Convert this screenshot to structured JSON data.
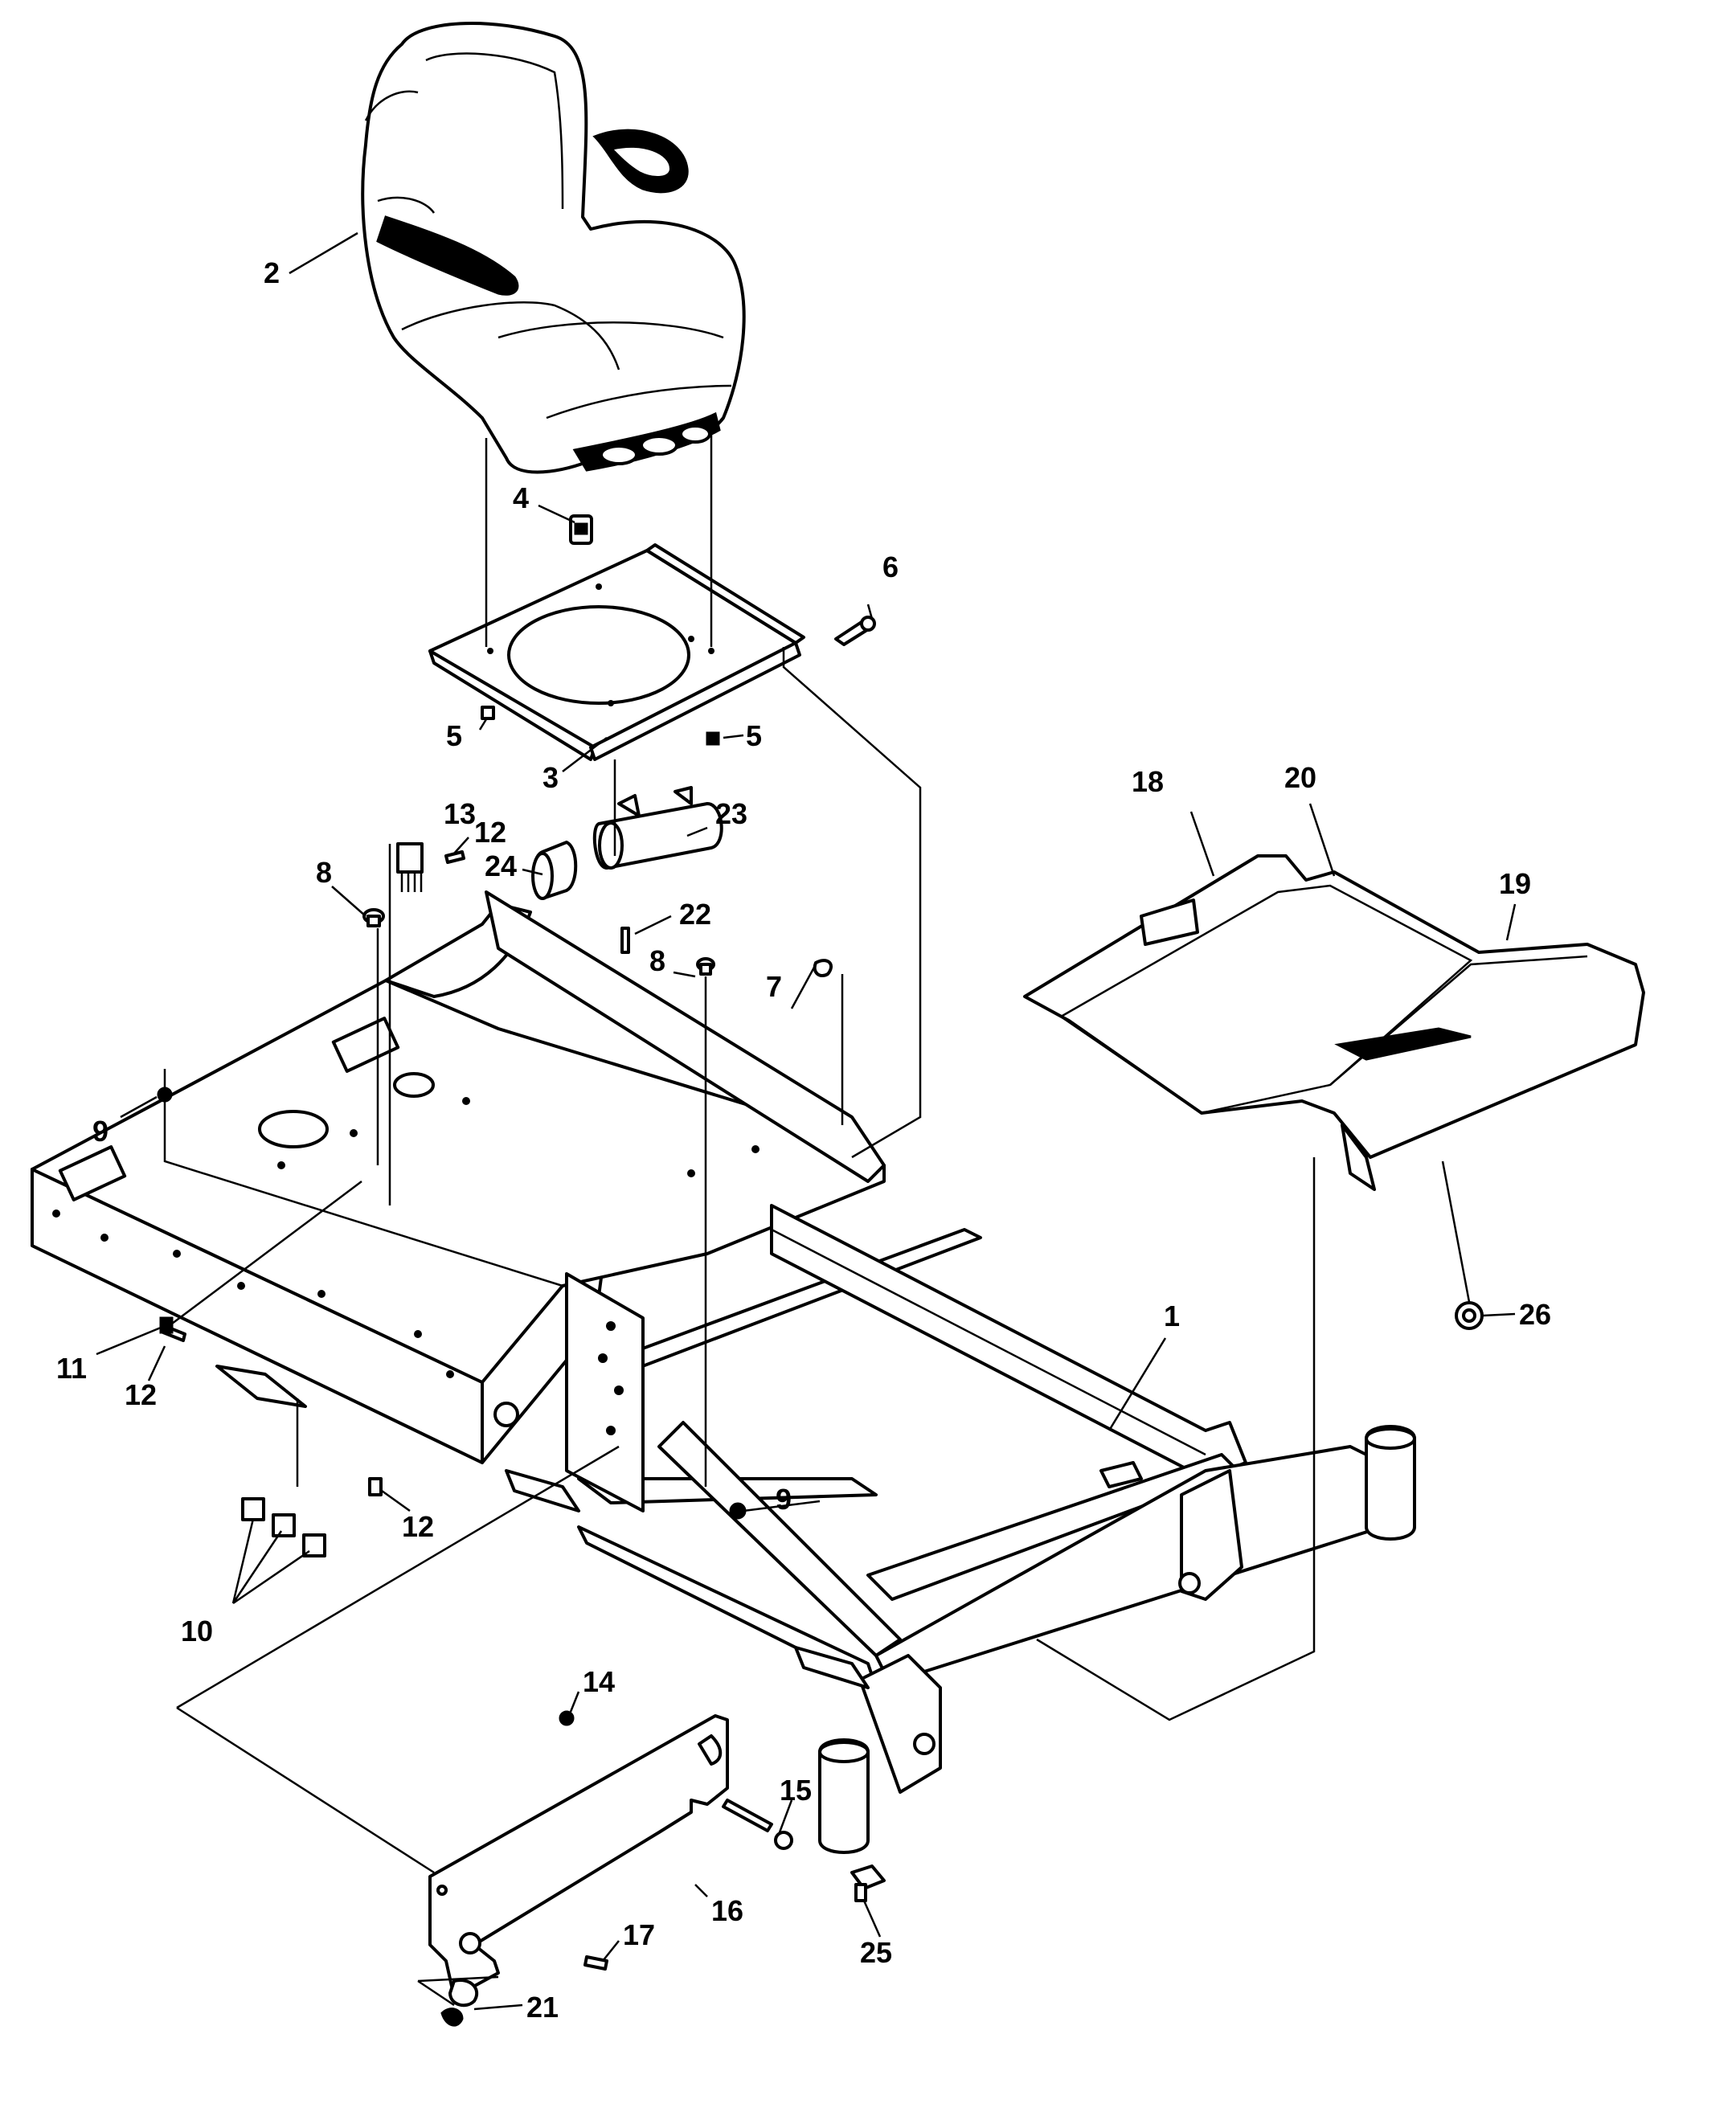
{
  "callouts": {
    "c1": "1",
    "c2": "2",
    "c3": "3",
    "c4": "4",
    "c5a": "5",
    "c5b": "5",
    "c6": "6",
    "c7": "7",
    "c8a": "8",
    "c8b": "8",
    "c9a": "9",
    "c9b": "9",
    "c10": "10",
    "c11": "11",
    "c12a": "12",
    "c12b": "12",
    "c12c": "12",
    "c13": "13",
    "c14": "14",
    "c15": "15",
    "c16": "16",
    "c17": "17",
    "c18": "18",
    "c19": "19",
    "c20": "20",
    "c21": "21",
    "c22": "22",
    "c23": "23",
    "c24": "24",
    "c25": "25",
    "c26": "26"
  },
  "colors": {
    "line": "#000000",
    "background": "#ffffff",
    "shade": "#c8c8c8"
  }
}
